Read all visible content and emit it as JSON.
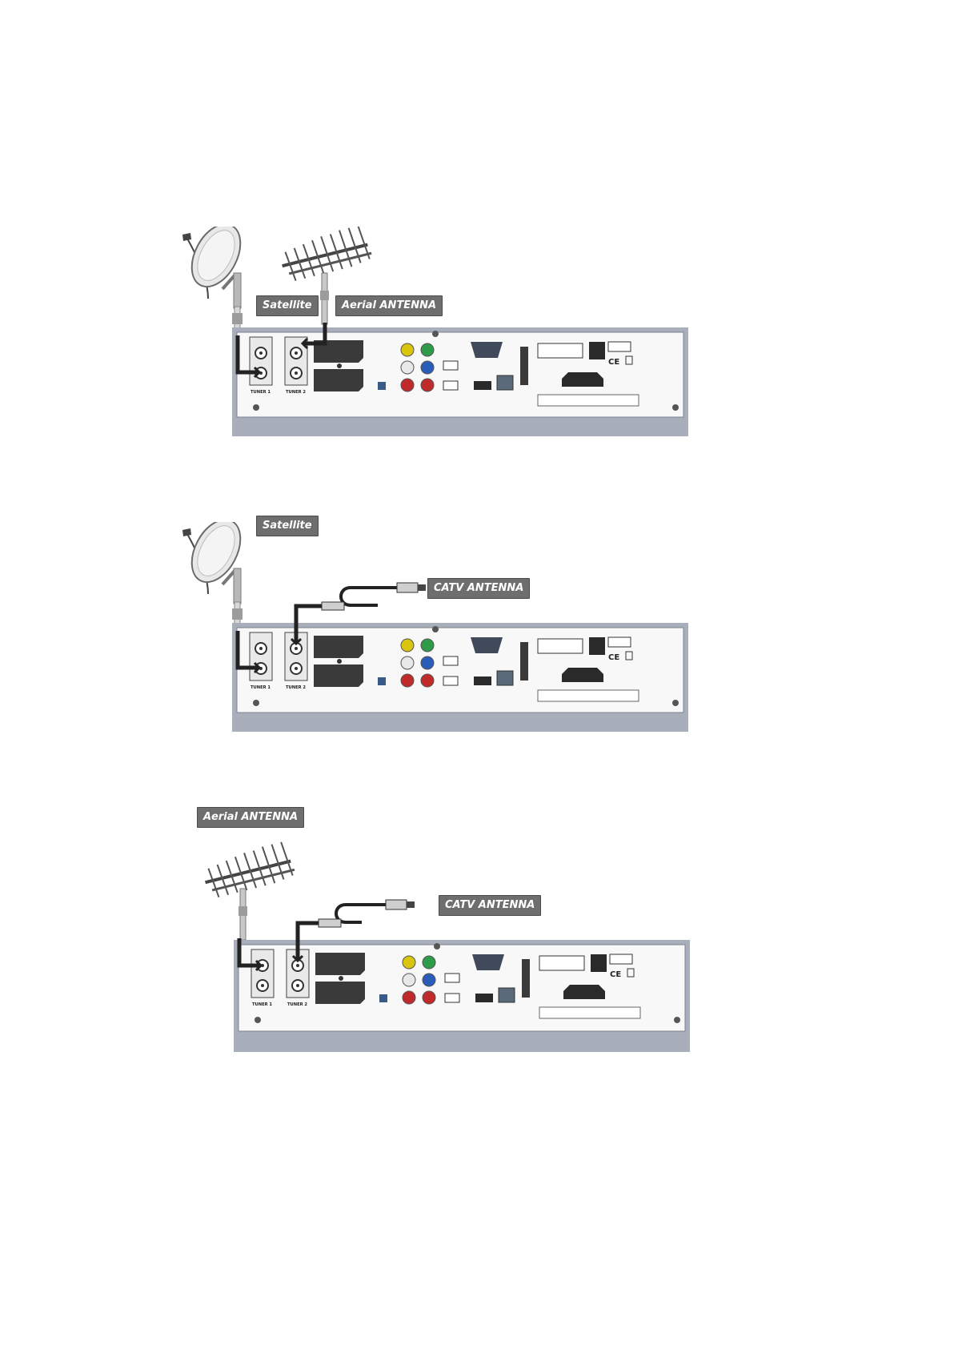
{
  "colors": {
    "tag_bg": "#6e6e6e",
    "panel_face": "#f8f8f8",
    "panel_frame": "#a9afba",
    "panel_ground": "#e6e6e6",
    "cable": "#222222",
    "rca_yellow": "#d9c40f",
    "rca_green": "#2e9b49",
    "rca_white": "#e8e8e8",
    "rca_blue": "#2a5db8",
    "rca_red": "#c02a2a"
  },
  "icons": [
    "satellite-dish-icon",
    "aerial-antenna-icon",
    "catv-plug-icon",
    "scart-connector-icon",
    "rca-jack-icon",
    "vga-rs232-icon",
    "hdmi-port-icon",
    "usb-port-icon",
    "lan-port-icon",
    "power-socket-icon",
    "power-switch-icon",
    "ce-mark-icon",
    "weee-bin-icon",
    "optical-spdif-icon"
  ],
  "diagrams": [
    {
      "id": "satellite-and-aerial",
      "labels": {
        "satellite": "Satellite",
        "aerial": "Aerial ANTENNA"
      }
    },
    {
      "id": "satellite-and-catv",
      "labels": {
        "satellite": "Satellite",
        "catv": "CATV ANTENNA"
      }
    },
    {
      "id": "aerial-and-catv",
      "labels": {
        "aerial": "Aerial ANTENNA",
        "catv": "CATV ANTENNA"
      }
    }
  ]
}
